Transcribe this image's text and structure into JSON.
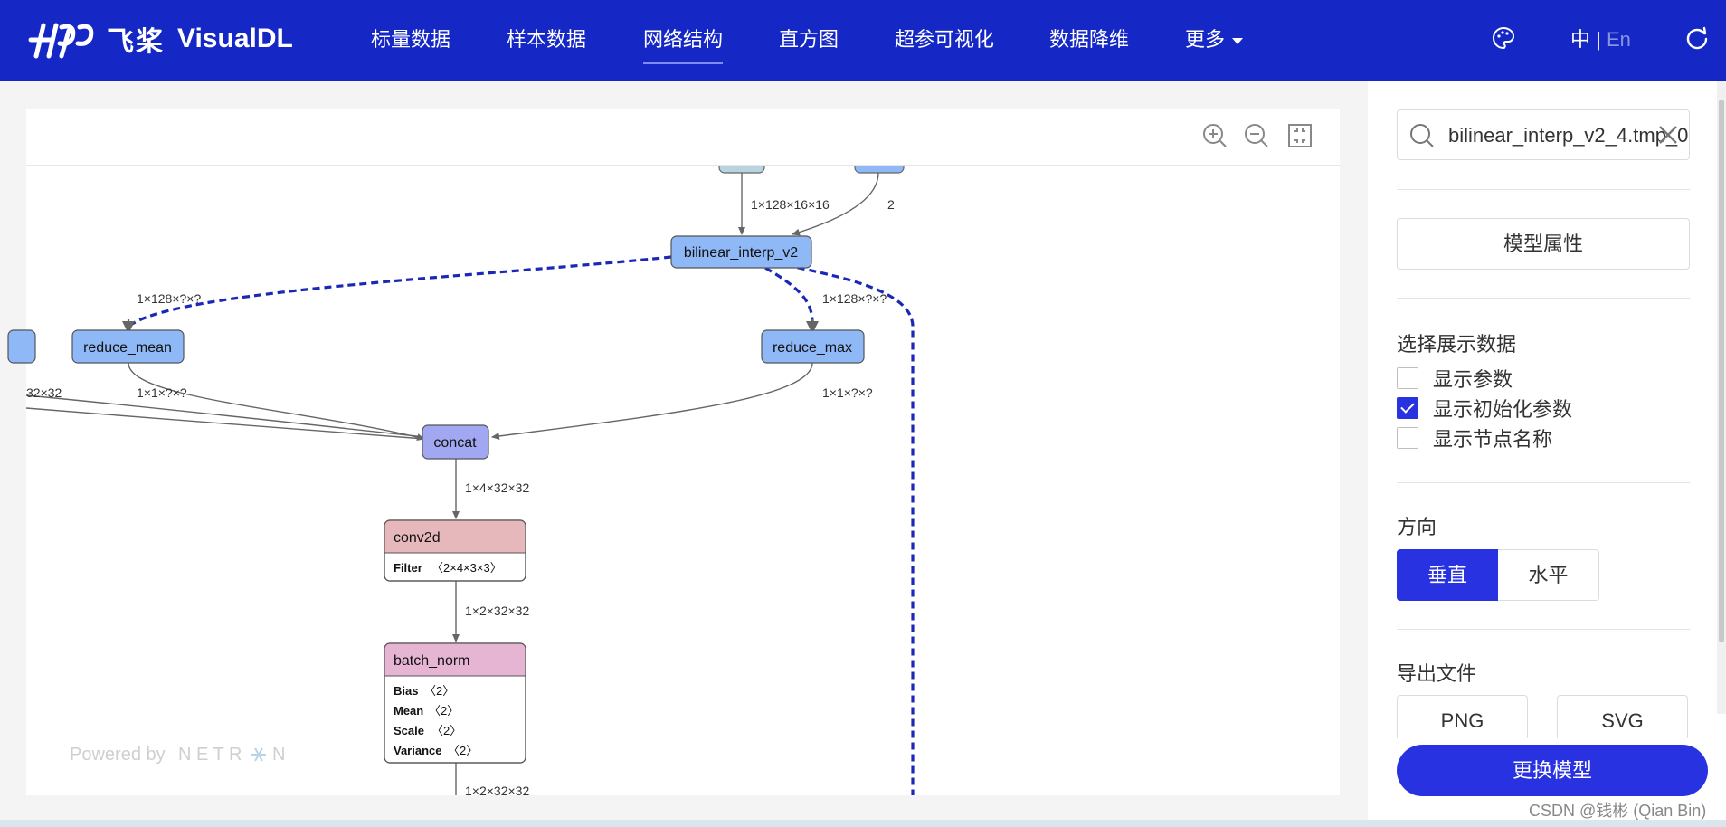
{
  "header": {
    "logo_cn": "飞桨",
    "logo_en": "VisualDL",
    "nav": [
      {
        "label": "标量数据",
        "active": false
      },
      {
        "label": "样本数据",
        "active": false
      },
      {
        "label": "网络结构",
        "active": true
      },
      {
        "label": "直方图",
        "active": false
      },
      {
        "label": "超参可视化",
        "active": false
      },
      {
        "label": "数据降维",
        "active": false
      },
      {
        "label": "更多",
        "active": false
      }
    ],
    "lang_zh": "中",
    "lang_sep": "|",
    "lang_en": "En",
    "icons": [
      "palette-icon",
      "refresh-icon"
    ]
  },
  "graph": {
    "toolbar_icons": [
      "zoom-in-icon",
      "zoom-out-icon",
      "fit-screen-icon"
    ],
    "powered_by": "Powered by",
    "netron_pre": "N E T R",
    "netron_post": "N",
    "nodes": {
      "bilinear": "bilinear_interp_v2",
      "reduce_mean": "reduce_mean",
      "reduce_max": "reduce_max",
      "concat": "concat",
      "conv2d": "conv2d",
      "conv2d_attr_key": "Filter",
      "conv2d_attr_val": "〈2×4×3×3〉",
      "batch_norm": "batch_norm",
      "bn_attrs": [
        {
          "key": "Bias",
          "val": "〈2〉"
        },
        {
          "key": "Mean",
          "val": "〈2〉"
        },
        {
          "key": "Scale",
          "val": "〈2〉"
        },
        {
          "key": "Variance",
          "val": "〈2〉"
        }
      ]
    },
    "edges": {
      "e1": "1×128×16×16",
      "e2": "2",
      "e3": "1×128×?×?",
      "e4": "1×128×?×?",
      "e5": "32×32",
      "e6": "1×1×?×?",
      "e7": "1×1×?×?",
      "e8": "1×4×32×32",
      "e9": "1×2×32×32",
      "e10": "1×2×32×32"
    }
  },
  "sidebar": {
    "search_value": "bilinear_interp_v2_4.tmp_0",
    "model_props": "模型属性",
    "display_title": "选择展示数据",
    "checkboxes": [
      {
        "label": "显示参数",
        "checked": false
      },
      {
        "label": "显示初始化参数",
        "checked": true
      },
      {
        "label": "显示节点名称",
        "checked": false
      }
    ],
    "direction_title": "方向",
    "direction_options": [
      "垂直",
      "水平"
    ],
    "export_title": "导出文件",
    "export_options": [
      "PNG",
      "SVG"
    ],
    "replace_model": "更换模型"
  },
  "watermark": "CSDN @钱彬 (Qian Bin)",
  "colors": {
    "header_bg": "#1527c5",
    "primary": "#2932e1",
    "node_blue": "#8fb8f7",
    "node_purple": "#a1a7f0",
    "node_conv": "#e6b8bc",
    "node_bn": "#e6b5d3",
    "dashed_edge": "#1a28b8"
  }
}
